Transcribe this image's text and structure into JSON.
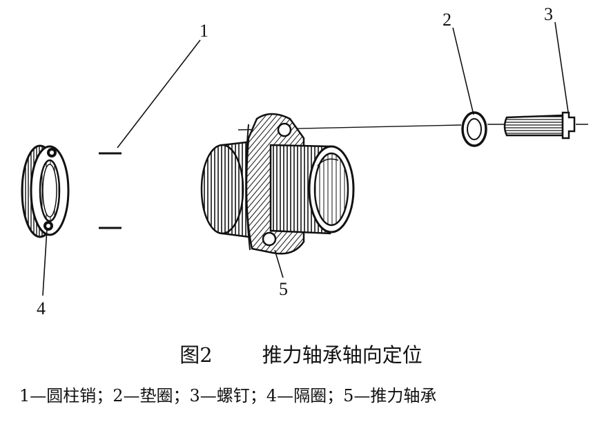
{
  "figure": {
    "number": "图2",
    "title": "推力轴承轴向定位",
    "legend": "1—圆柱销；2—垫圈；3—螺钉；4—隔圈；5—推力轴承"
  },
  "callouts": {
    "pin": "1",
    "washer": "2",
    "screw": "3",
    "spacer_ring": "4",
    "thrust_bearing": "5"
  },
  "colors": {
    "ink": "#111111",
    "paper": "#ffffff"
  }
}
